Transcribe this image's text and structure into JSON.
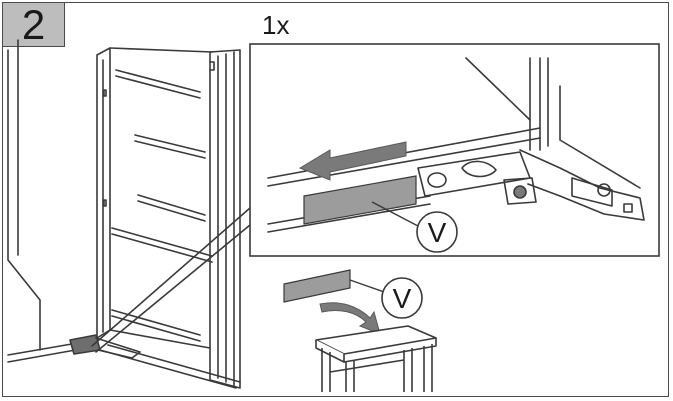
{
  "step": {
    "number": "2"
  },
  "quantity": {
    "label": "1x"
  },
  "callouts": [
    {
      "id": "detail",
      "letter": "V"
    },
    {
      "id": "removed",
      "letter": "V"
    }
  ],
  "colors": {
    "line": "#3a3a3a",
    "part_fill": "#9c9c9c",
    "arrow_fill": "#7a7a7a",
    "badge_fill": "#bdbdbd"
  },
  "icons": [
    "left-arrow-icon",
    "curved-arrow-icon"
  ]
}
